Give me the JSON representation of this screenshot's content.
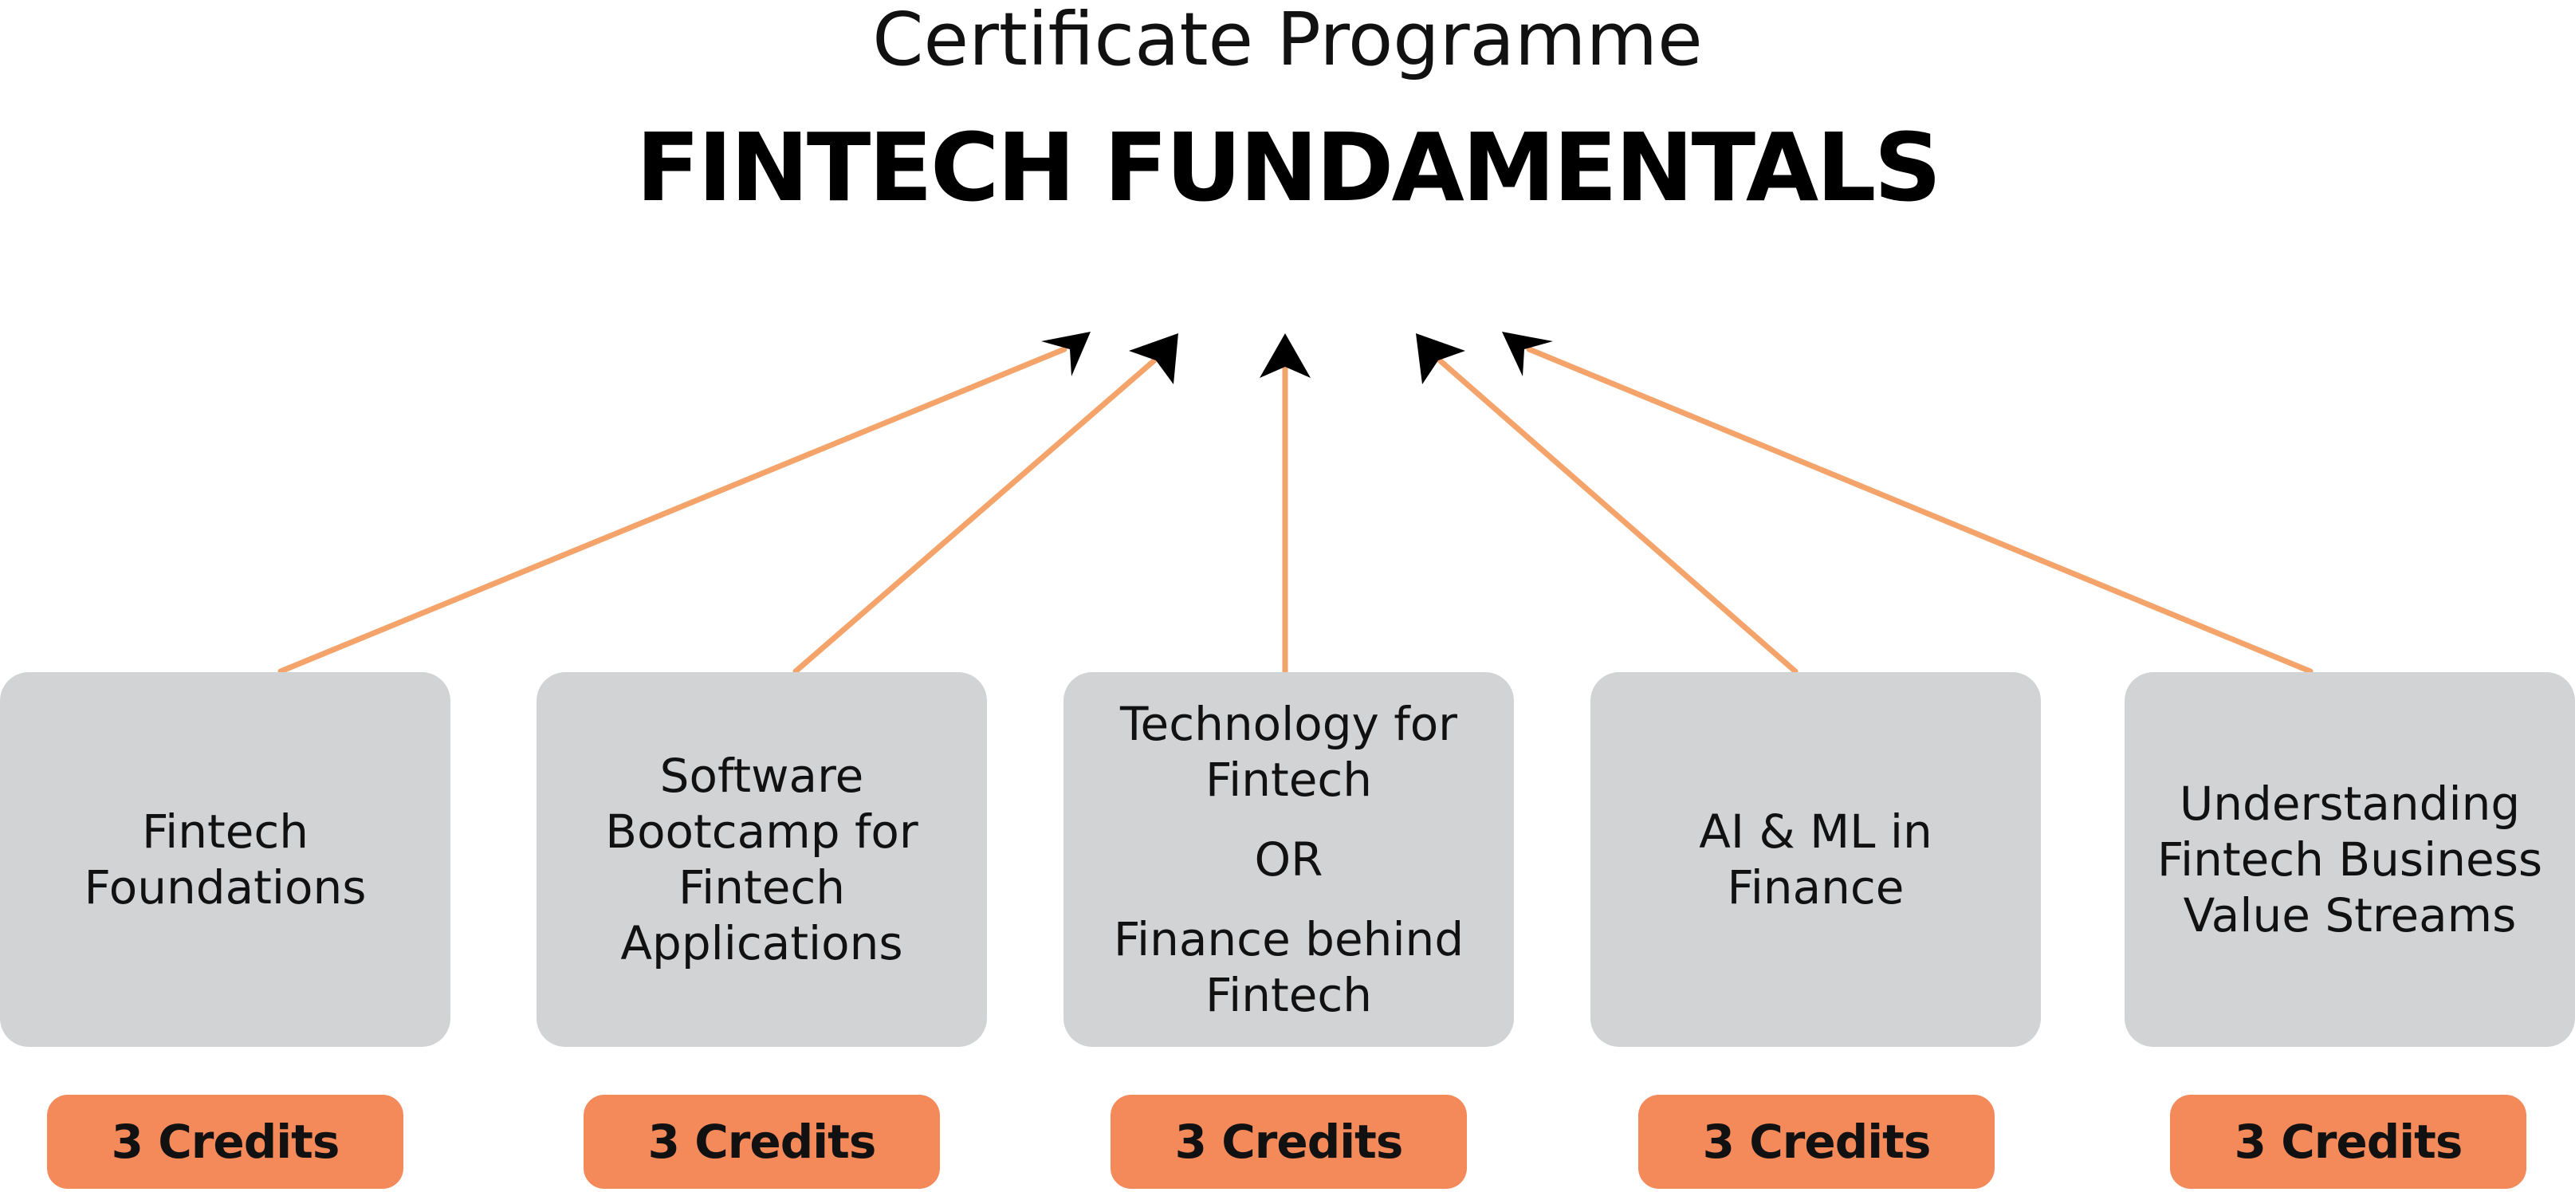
{
  "header": {
    "subtitle": "Certificate Programme",
    "title": "FINTECH FUNDAMENTALS"
  },
  "colors": {
    "arrow_line": "#f4a46a",
    "arrow_head": "#000000",
    "module_bg": "#d2d3d5",
    "credits_bg": "#f4895a"
  },
  "modules": [
    {
      "lines": [
        "Fintech",
        "Foundations"
      ],
      "credits": "3 Credits"
    },
    {
      "lines": [
        "Software",
        "Bootcamp for",
        "Fintech",
        "Applications"
      ],
      "credits": "3 Credits"
    },
    {
      "lines": [
        "Technology for",
        "Fintech"
      ],
      "or": "OR",
      "lines2": [
        "Finance behind",
        "Fintech"
      ],
      "credits": "3 Credits"
    },
    {
      "lines": [
        "AI & ML in",
        "Finance"
      ],
      "credits": "3 Credits"
    },
    {
      "lines": [
        "Understanding",
        "Fintech Business",
        "Value Streams"
      ],
      "credits": "3 Credits"
    }
  ]
}
